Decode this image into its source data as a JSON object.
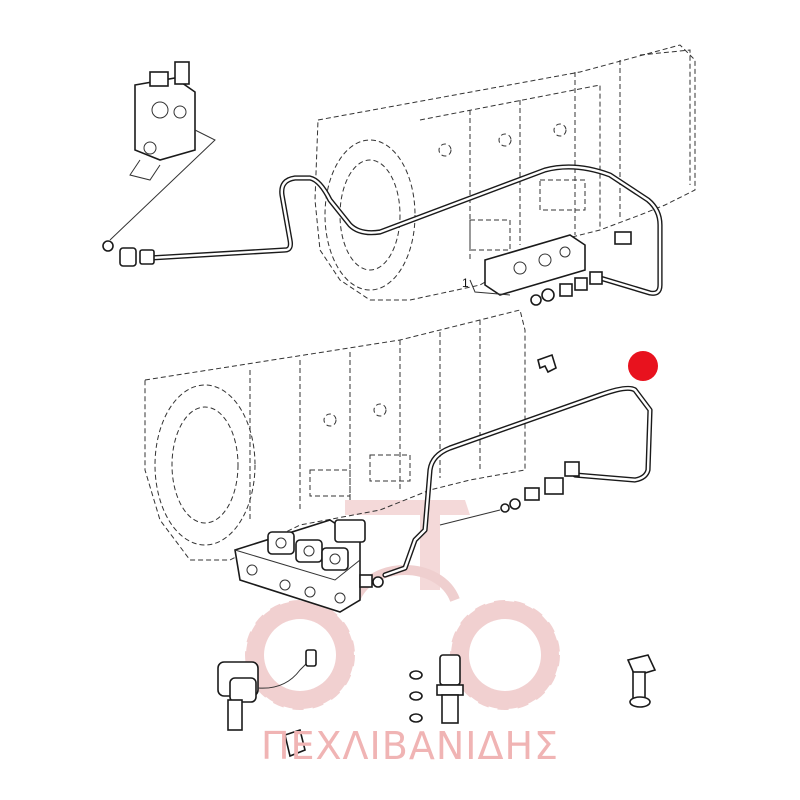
{
  "diagram": {
    "callout_label": "1",
    "highlight_color": "#e8121e"
  },
  "watermark": {
    "text": "ΠΕΧΛΙΒΑΝΙΔΗΣ",
    "color": "#f0b4b4",
    "logo_icon": "gear-tractor-logo"
  }
}
